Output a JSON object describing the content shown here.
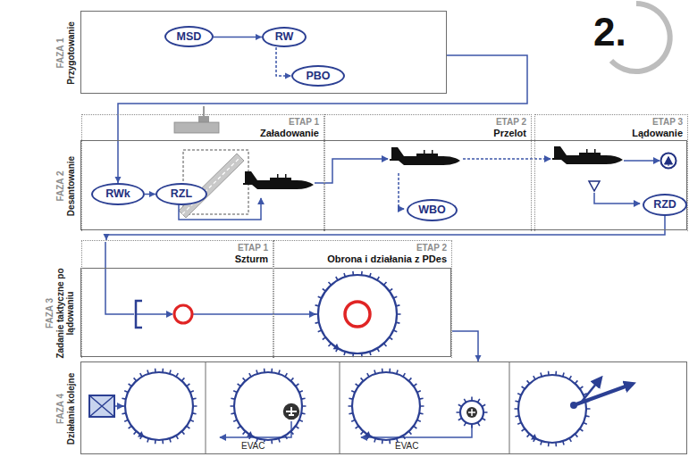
{
  "diagram": {
    "nodes": [
      {
        "text": [
          "FAZA 1",
          "Przygotowanie"
        ]
      },
      {
        "text": [
          "MSD"
        ],
        "in": 0
      },
      {
        "text": [
          "RW"
        ],
        "in": 0
      },
      {
        "text": [
          "PBO"
        ],
        "in": 0
      },
      {
        "text": [
          "FAZA 2",
          "Desantowanie"
        ]
      },
      {
        "text": [
          "ETAP 1",
          "Załadowanie"
        ],
        "in": 4
      },
      {
        "text": [
          "RWk"
        ],
        "in": 5
      },
      {
        "text": [
          "RZL"
        ],
        "in": 5
      },
      {
        "text": [
          "ETAP 2",
          "Przelot"
        ],
        "in": 4
      },
      {
        "text": [
          "WBO"
        ],
        "in": 8
      },
      {
        "text": [
          "ETAP 3",
          "Lądowanie"
        ],
        "in": 4
      },
      {
        "text": [
          "RZD"
        ],
        "in": 10
      },
      {
        "text": [
          "FAZA 3",
          "Zadanie taktyczne po lądowaniu"
        ]
      },
      {
        "text": [
          "ETAP 1",
          "Szturm"
        ],
        "in": 12
      },
      {
        "text": [
          "ETAP 2",
          "Obrona i działania z PDes"
        ],
        "in": 12
      },
      {
        "text": [
          "FAZA 4",
          "Działania kolejne"
        ]
      }
    ],
    "edges": [
      {
        "from": 1,
        "to": 2,
        "arrow": "to"
      },
      {
        "from": 2,
        "to": 3,
        "arrow": "to"
      },
      {
        "from": 0,
        "to": 6,
        "arrow": "to"
      },
      {
        "from": 6,
        "to": 7,
        "arrow": "to"
      },
      {
        "from": 11,
        "to": 13,
        "arrow": "to"
      },
      {
        "from": 14,
        "to": 15,
        "arrow": "to"
      }
    ],
    "labels": [
      "2.",
      "EVAC",
      "EVAC"
    ]
  }
}
